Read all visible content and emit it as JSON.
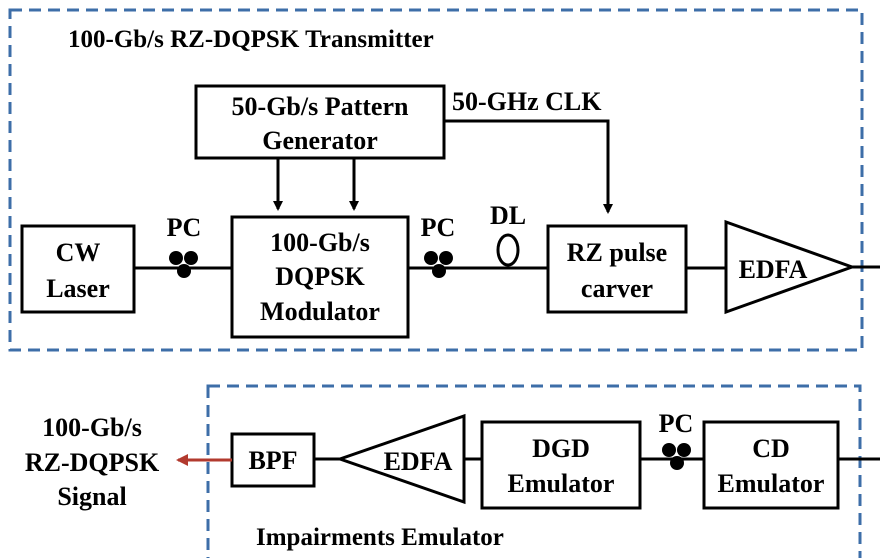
{
  "colors": {
    "dashed_border": "#3d6ea8",
    "output_arrow": "#b23a2e",
    "line": "#000000"
  },
  "transmitter": {
    "title": "100-Gb/s RZ-DQPSK Transmitter",
    "pattern_generator": {
      "line1": "50-Gb/s Pattern",
      "line2": "Generator"
    },
    "clock_label": "50-GHz CLK",
    "cw_laser": {
      "line1": "CW",
      "line2": "Laser"
    },
    "modulator": {
      "line1": "100-Gb/s",
      "line2": "DQPSK",
      "line3": "Modulator"
    },
    "pc1_label": "PC",
    "pc2_label": "PC",
    "dl_label": "DL",
    "rz_carver": {
      "line1": "RZ pulse",
      "line2": "carver"
    },
    "edfa_label": "EDFA"
  },
  "emulator": {
    "title": "Impairments Emulator",
    "cd": {
      "line1": "CD",
      "line2": "Emulator"
    },
    "pc_label": "PC",
    "dgd": {
      "line1": "DGD",
      "line2": "Emulator"
    },
    "edfa_label": "EDFA",
    "bpf_label": "BPF"
  },
  "output_signal": {
    "line1": "100-Gb/s",
    "line2": "RZ-DQPSK",
    "line3": "Signal"
  }
}
